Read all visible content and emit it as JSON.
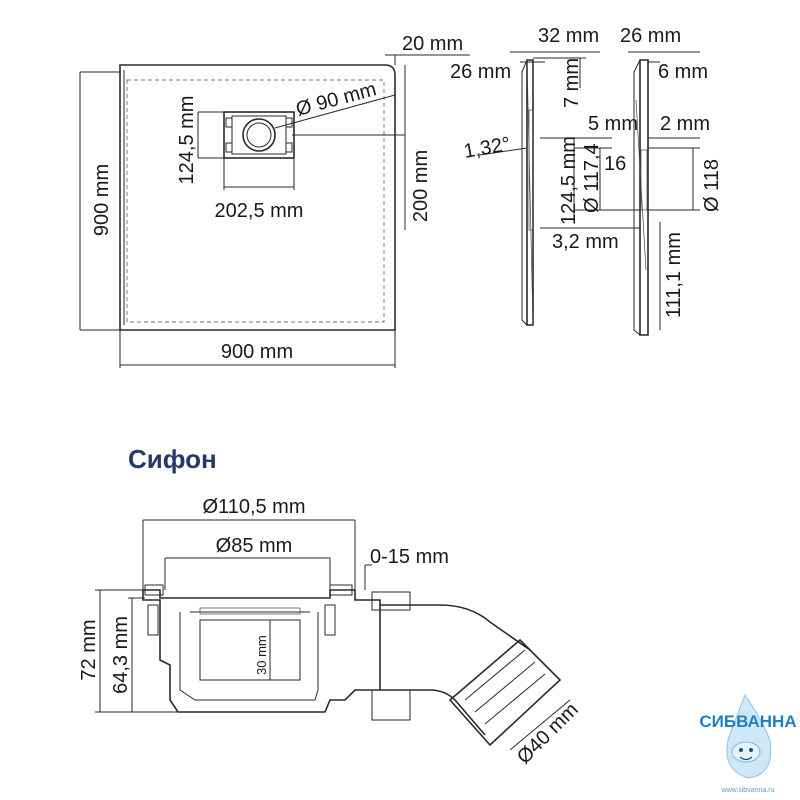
{
  "tray": {
    "width": "900 mm",
    "height": "900 mm",
    "drain_diameter": "Ø 90 mm",
    "drain_box_height": "124,5 mm",
    "drain_box_width": "202,5 mm",
    "drain_offset": "200 mm",
    "rim_width": "20 mm"
  },
  "section_a": {
    "top_width": "32 mm",
    "thickness": "26 mm",
    "depth": "7 mm",
    "slope": "1,32°",
    "step": "5 mm",
    "inner": "16",
    "box": "124,5 mm",
    "diameter": "Ø 117,4",
    "offset": "3,2 mm"
  },
  "section_b": {
    "thickness": "26 mm",
    "top": "6 mm",
    "gap": "2 mm",
    "diameter": "Ø 118",
    "height": "111,1 mm"
  },
  "siphon": {
    "title": "Сифон",
    "outer_diameter": "Ø110,5 mm",
    "inner_diameter": "Ø85 mm",
    "adjust": "0-15 mm",
    "height_total": "72 mm",
    "height_body": "64,3 mm",
    "water_seal": "30 mm",
    "outlet_diameter": "Ø40 mm"
  },
  "logo": {
    "name": "СИБВАННА",
    "url": "www.sibvanna.ru"
  },
  "colors": {
    "line": "#2a2a2a",
    "title": "#243a6b",
    "logo": "#1e7fc1"
  }
}
